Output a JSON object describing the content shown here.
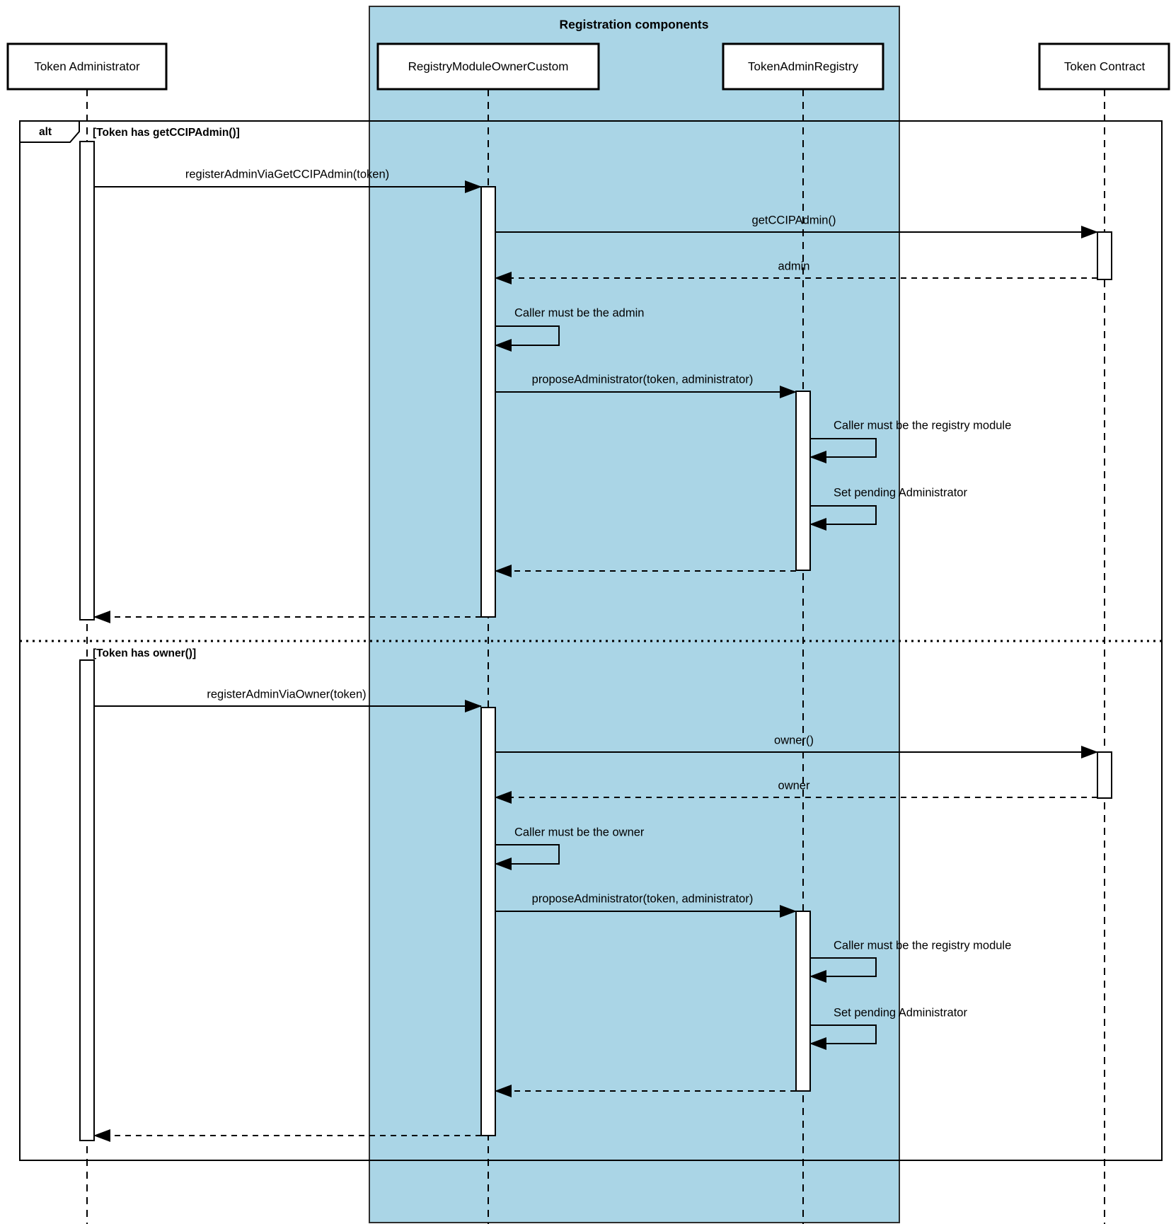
{
  "diagram": {
    "container_title": "Registration components",
    "participants": [
      {
        "name": "Token Administrator"
      },
      {
        "name": "RegistryModuleOwnerCustom"
      },
      {
        "name": "TokenAdminRegistry"
      },
      {
        "name": "Token Contract"
      }
    ],
    "frame": {
      "operator": "alt",
      "guards": [
        "[Token has getCCIPAdmin()]",
        "[Token has owner()]"
      ]
    },
    "branch1": [
      {
        "label": "registerAdminViaGetCCIPAdmin(token)"
      },
      {
        "label": "getCCIPAdmin()"
      },
      {
        "label": "admin"
      },
      {
        "label": "Caller must be the admin"
      },
      {
        "label": "proposeAdministrator(token, administrator)"
      },
      {
        "label": "Caller must be the registry module"
      },
      {
        "label": "Set pending Administrator"
      }
    ],
    "branch2": [
      {
        "label": "registerAdminViaOwner(token)"
      },
      {
        "label": "owner()"
      },
      {
        "label": "owner"
      },
      {
        "label": "Caller must be the owner"
      },
      {
        "label": "proposeAdministrator(token, administrator)"
      },
      {
        "label": "Caller must be the registry module"
      },
      {
        "label": "Set pending Administrator"
      }
    ],
    "colors": {
      "container_fill": "#aad5e6",
      "line": "#000000",
      "participant_fill": "#ffffff"
    }
  }
}
